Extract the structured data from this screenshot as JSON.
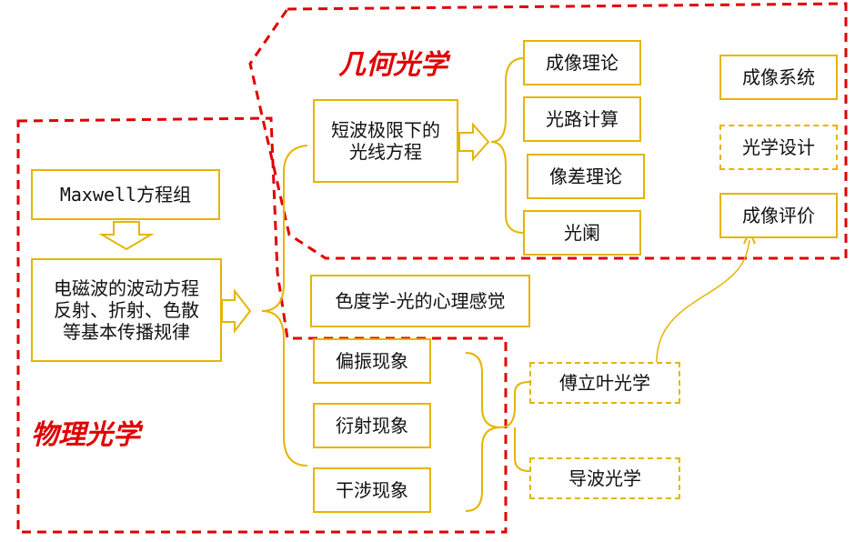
{
  "geometric_optics": {
    "title": "几何光学",
    "ray_equation": [
      "短波极限下的",
      "光线方程"
    ],
    "branches": [
      "成像理论",
      "光路计算",
      "像差理论",
      "光阑"
    ],
    "applications": [
      "成像系统",
      "光学设计",
      "成像评价"
    ]
  },
  "physical_optics": {
    "title": "物理光学",
    "maxwell": "Maxwell方程组",
    "wave_equation": [
      "电磁波的波动方程",
      "反射、折射、色散",
      "等基本传播规律"
    ],
    "phenomena": [
      "偏振现象",
      "衍射现象",
      "干涉现象"
    ],
    "applications": [
      "傅立叶光学",
      "导波光学"
    ]
  },
  "colorimetry": "色度学-光的心理感觉",
  "colors": {
    "region_border": "#e10000",
    "box_border": "#e6b400",
    "title": "#e10000"
  }
}
